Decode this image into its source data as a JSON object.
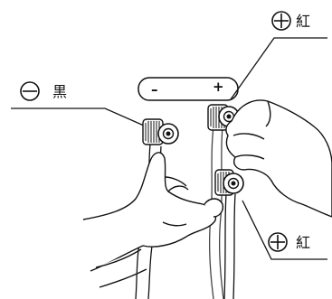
{
  "labels": {
    "negative_symbol": "−",
    "negative_text": "黒",
    "positive_top_symbol": "+",
    "positive_top_text": "紅",
    "positive_bottom_symbol": "+",
    "positive_bottom_text": "紅"
  },
  "panel": {
    "minus": "–",
    "plus": "+"
  }
}
